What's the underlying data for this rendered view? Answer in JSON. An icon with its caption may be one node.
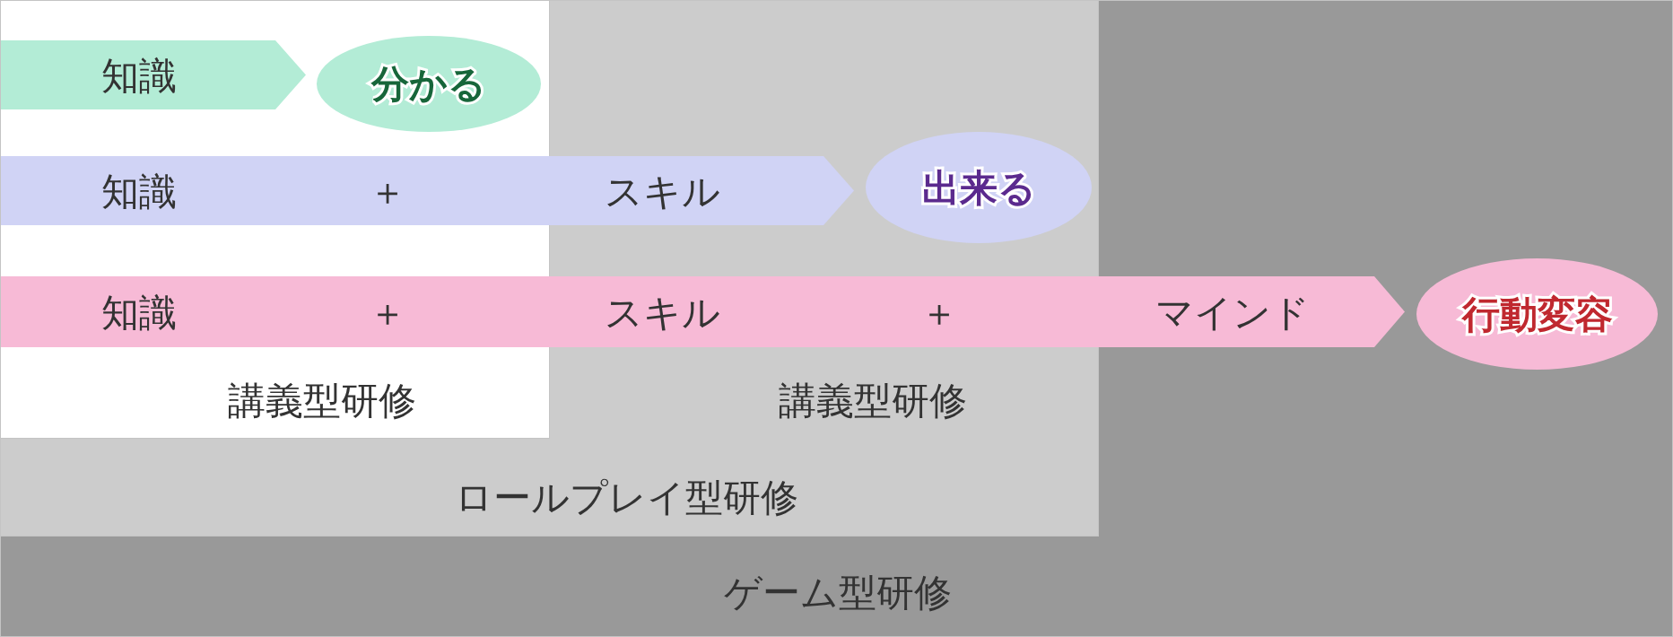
{
  "diagram": {
    "nodes": [
      {
        "text": [
          "ゲーム型研修"
        ]
      },
      {
        "text": [
          "ロールプレイ型研修"
        ],
        "in": 0
      },
      {
        "text": [
          "講義型研修"
        ],
        "in": 1
      },
      {
        "text": [
          "知識"
        ],
        "in": 2
      },
      {
        "text": [
          "分かる"
        ],
        "in": 2
      },
      {
        "text": [
          "知識",
          "＋",
          "スキル"
        ],
        "in": 1
      },
      {
        "text": [
          "出来る"
        ],
        "in": 1
      },
      {
        "text": [
          "知識",
          "＋",
          "スキル",
          "＋",
          "マインド"
        ],
        "in": 0
      },
      {
        "text": [
          "行動変容"
        ],
        "in": 0
      }
    ],
    "labels": [
      "講義型研修"
    ]
  }
}
